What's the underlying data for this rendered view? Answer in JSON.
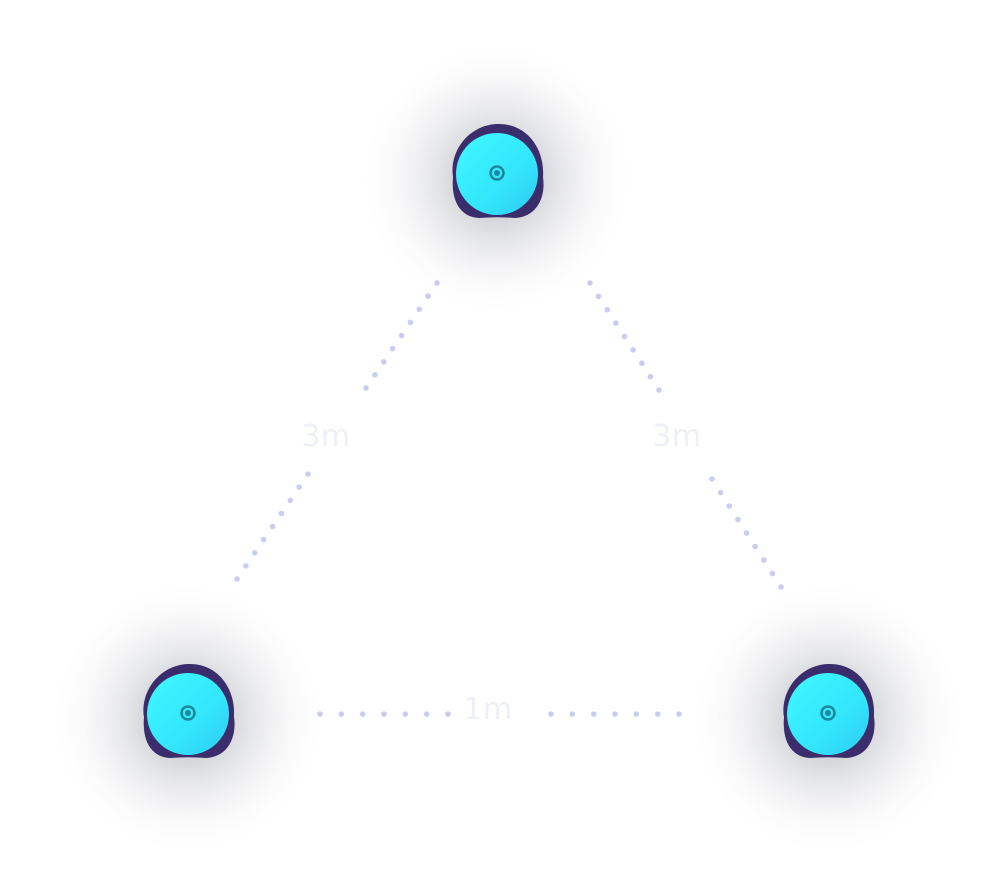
{
  "diagram": {
    "labels": {
      "left_side": "3m",
      "right_side": "3m",
      "bottom_side": "1m"
    },
    "colors": {
      "anchor_fill": "#36f0ff",
      "anchor_fill_dark": "#2fd8f6",
      "anchor_ring": "#3b2d6b",
      "anchor_center": "#1c8a9c",
      "dots": "#c9ccf3",
      "label": "#eef0f8",
      "glow": "#8a8d99"
    },
    "icons": [
      "anchor-node-icon",
      "anchor-node-icon",
      "anchor-node-icon"
    ]
  }
}
